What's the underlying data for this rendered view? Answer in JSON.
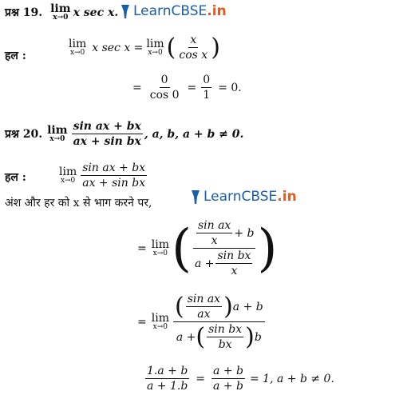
{
  "watermark": {
    "text_a": "LearnCBSE",
    "text_b": ".in"
  },
  "q19": {
    "label": "प्रश्न 19.",
    "lim": "lim",
    "lim_sub": "x→0",
    "expr": "x sec x.",
    "solution_label": "हल :",
    "line1_lhs": "x sec x =",
    "line1_num": "x",
    "line1_den": "cos x",
    "line2_eq1": "=",
    "line2_num1": "0",
    "line2_den1": "cos 0",
    "line2_eq2": "=",
    "line2_num2": "0",
    "line2_den2": "1",
    "line2_tail": "= 0."
  },
  "q20": {
    "label": "प्रश्न 20.",
    "lim": "lim",
    "lim_sub": "x→0",
    "num": "sin ax + bx",
    "den": "ax + sin bx",
    "cond": ", a, b, a + b ≠ 0.",
    "solution_label": "हल :",
    "sol_num": "sin ax + bx",
    "sol_den": "ax + sin bx",
    "hint": "अंश और हर को x से भाग करने पर,",
    "step1": {
      "eq": "=",
      "top_num": "sin ax",
      "top_den": "x",
      "top_plus": "+ b",
      "bot_a": "a +",
      "bot_num": "sin bx",
      "bot_den": "x"
    },
    "step2": {
      "eq": "=",
      "top_num": "sin ax",
      "top_den": "ax",
      "top_tail": "a + b",
      "bot_a": "a +",
      "bot_num": "sin bx",
      "bot_den": "bx",
      "bot_tail": "b"
    },
    "step3": {
      "num1": "1.a + b",
      "den1": "a + 1.b",
      "eq": "=",
      "num2": "a + b",
      "den2": "a + b",
      "tail": "= 1, a + b ≠ 0."
    }
  }
}
